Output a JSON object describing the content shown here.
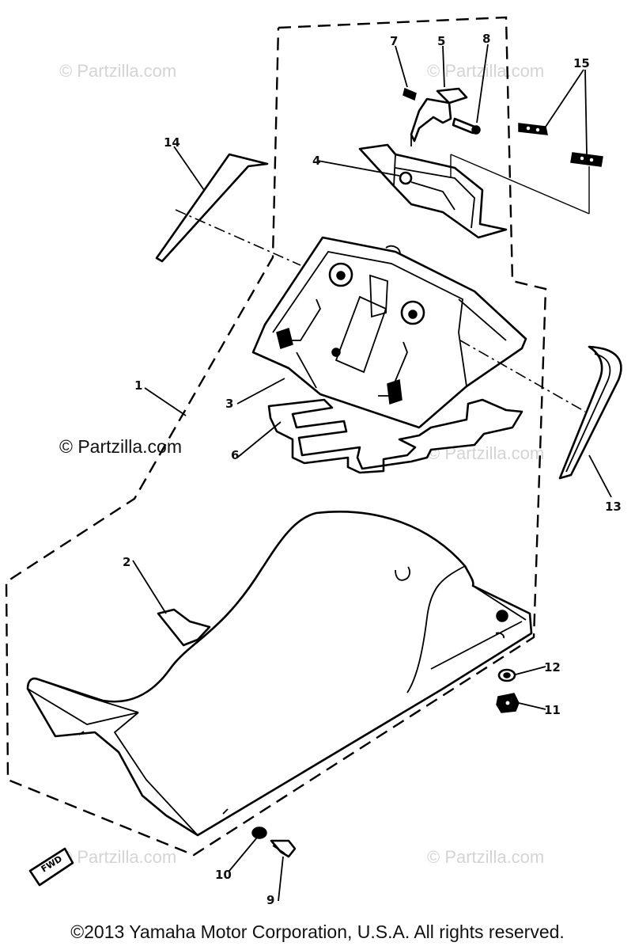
{
  "watermarks": {
    "faint": "© Partzilla.com",
    "dark": "© Partzilla.com"
  },
  "callouts": {
    "c1": "1",
    "c2": "2",
    "c3": "3",
    "c4": "4",
    "c5": "5",
    "c6": "6",
    "c7": "7",
    "c8": "8",
    "c9": "9",
    "c10": "10",
    "c11": "11",
    "c12": "12",
    "c13": "13",
    "c14": "14",
    "c15": "15"
  },
  "front_arrow": "FWD",
  "copyright": "©2013 Yamaha Motor Corporation, U.S.A. All rights reserved.",
  "colors": {
    "line": "#000000",
    "watermark": "#d4d4d4",
    "background": "#ffffff"
  }
}
